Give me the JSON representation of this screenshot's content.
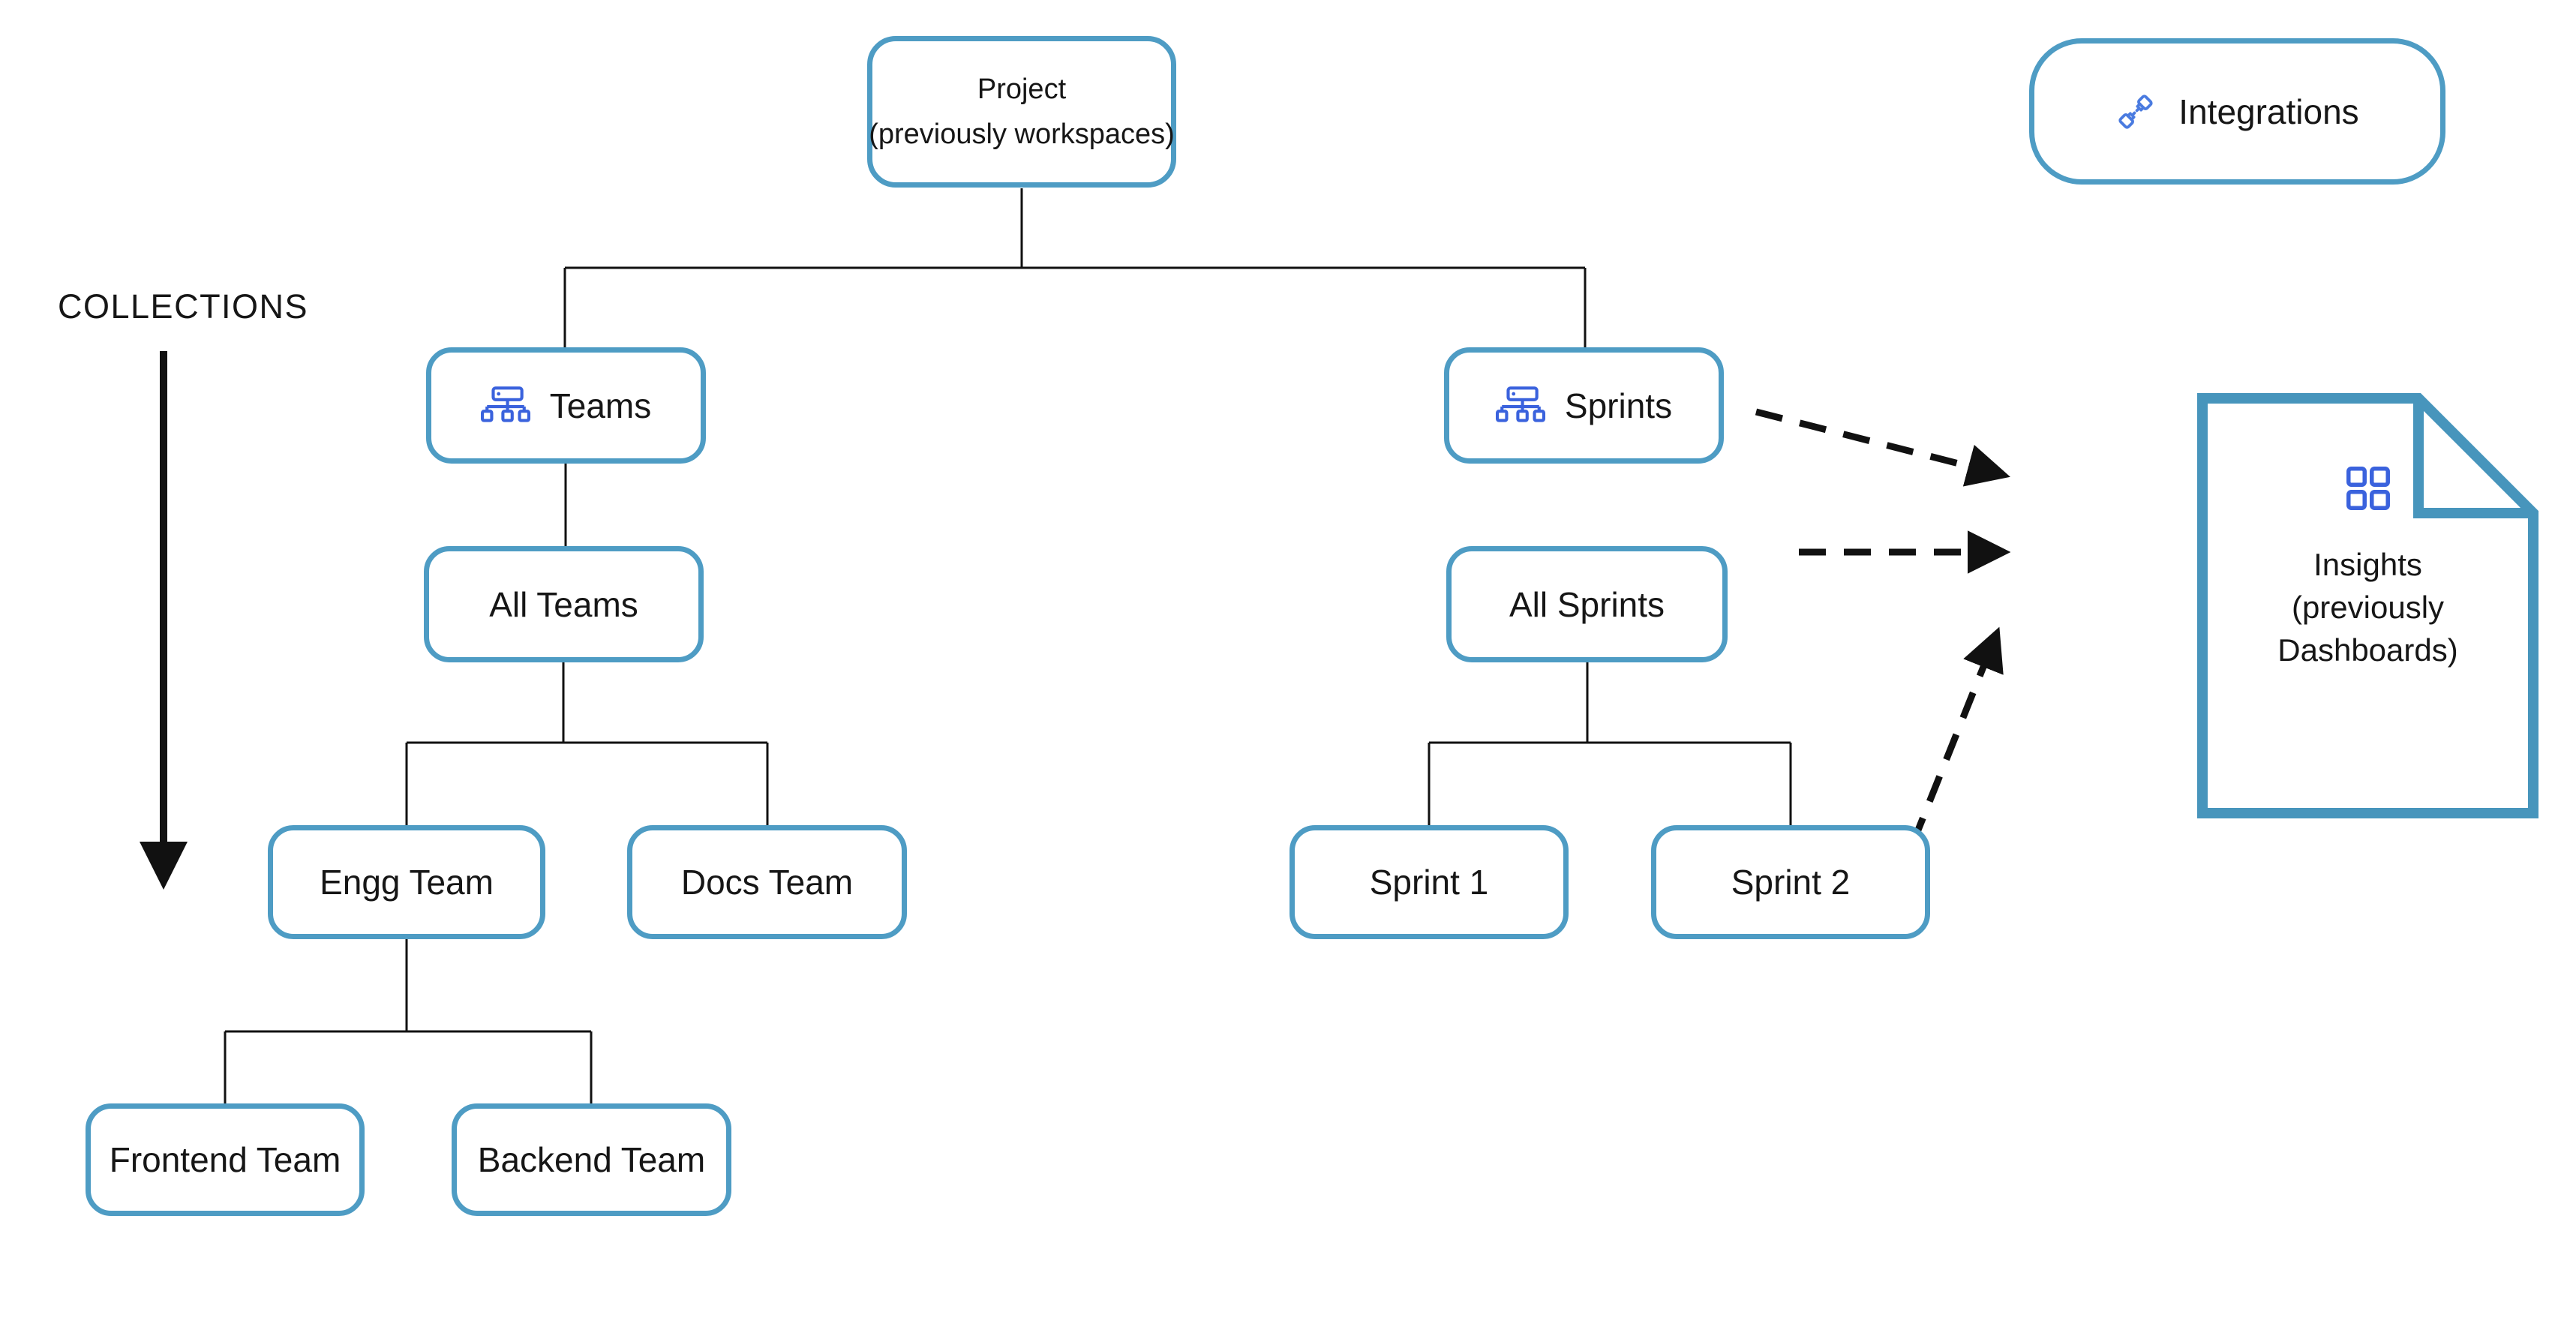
{
  "palette": {
    "node_border": "#4E9CC4",
    "document_border": "#4795BC",
    "hierarchy_icon_blue": "#3A62DD",
    "plug_icon_blue": "#4A7BE0",
    "grid_icon_blue": "#3A62DD",
    "text": "#161616",
    "connector_line": "#111111"
  },
  "collections_label": "COLLECTIONS",
  "nodes": {
    "project": {
      "line1": "Project",
      "line2": "(previously workspaces)"
    },
    "integrations": {
      "label": "Integrations",
      "icon": "plug-integration-icon"
    },
    "teams": {
      "label": "Teams",
      "icon": "org-hierarchy-icon"
    },
    "sprints": {
      "label": "Sprints",
      "icon": "org-hierarchy-icon"
    },
    "all_teams": {
      "label": "All Teams"
    },
    "all_sprints": {
      "label": "All Sprints"
    },
    "engg_team": {
      "label": "Engg Team"
    },
    "docs_team": {
      "label": "Docs Team"
    },
    "frontend_team": {
      "label": "Frontend Team"
    },
    "backend_team": {
      "label": "Backend Team"
    },
    "sprint_1": {
      "label": "Sprint 1"
    },
    "sprint_2": {
      "label": "Sprint 2"
    },
    "insights": {
      "line1": "Insights",
      "line2": "(previously",
      "line3": "Dashboards)",
      "icon": "dashboard-grid-icon"
    }
  }
}
